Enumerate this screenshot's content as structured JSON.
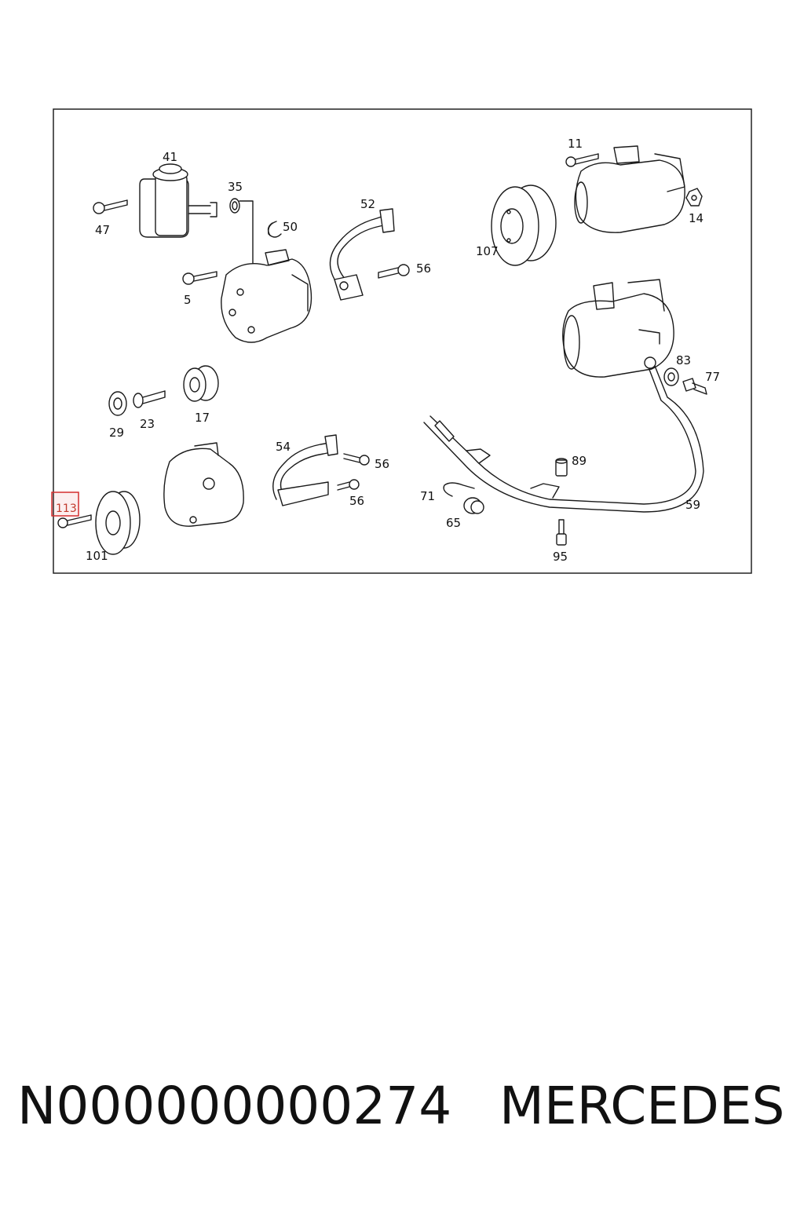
{
  "diagram": {
    "callouts": {
      "c41": "41",
      "c35": "35",
      "c52": "52",
      "c11": "11",
      "c14": "14",
      "c47": "47",
      "c50": "50",
      "c56a": "56",
      "c107": "107",
      "c5": "5",
      "c83": "83",
      "c77": "77",
      "c29": "29",
      "c23": "23",
      "c17": "17",
      "c54": "54",
      "c56b": "56",
      "c56c": "56",
      "c89": "89",
      "c71": "71",
      "c65": "65",
      "c59": "59",
      "c113": "113",
      "c101": "101",
      "c95": "95"
    },
    "highlighted_callout": "113",
    "highlight_color": "#d32f2f"
  },
  "footer": {
    "part_number": "N000000000274",
    "brand": "MERCEDES"
  }
}
